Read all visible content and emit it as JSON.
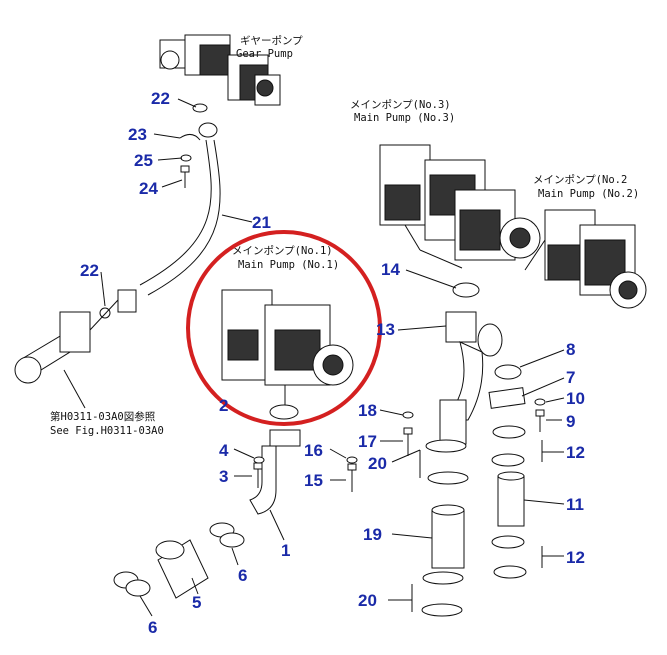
{
  "labels": {
    "gear_pump_jp": "ギヤーポンプ",
    "gear_pump_en": "Gear Pump",
    "main_pump3_jp": "メインポンプ(No.3)",
    "main_pump3_en": "Main Pump (No.3)",
    "main_pump2_jp": "メインポンプ(No.2",
    "main_pump2_en": "Main Pump (No.2)",
    "main_pump1_jp": "メインポンプ(No.1)",
    "main_pump1_en": "Main Pump (No.1)",
    "ref_jp": "第H0311-03A0図参照",
    "ref_en": "See Fig.H0311-03A0"
  },
  "part_numbers": [
    {
      "id": "n22a",
      "text": "22"
    },
    {
      "id": "n23",
      "text": "23"
    },
    {
      "id": "n25",
      "text": "25"
    },
    {
      "id": "n24",
      "text": "24"
    },
    {
      "id": "n21",
      "text": "21"
    },
    {
      "id": "n22b",
      "text": "22"
    },
    {
      "id": "n14",
      "text": "14"
    },
    {
      "id": "n13",
      "text": "13"
    },
    {
      "id": "n8",
      "text": "8"
    },
    {
      "id": "n7",
      "text": "7"
    },
    {
      "id": "n10",
      "text": "10"
    },
    {
      "id": "n9",
      "text": "9"
    },
    {
      "id": "n2",
      "text": "2"
    },
    {
      "id": "n18",
      "text": "18"
    },
    {
      "id": "n17",
      "text": "17"
    },
    {
      "id": "n4",
      "text": "4"
    },
    {
      "id": "n16",
      "text": "16"
    },
    {
      "id": "n3",
      "text": "3"
    },
    {
      "id": "n15",
      "text": "15"
    },
    {
      "id": "n20a",
      "text": "20"
    },
    {
      "id": "n12a",
      "text": "12"
    },
    {
      "id": "n11",
      "text": "11"
    },
    {
      "id": "n19",
      "text": "19"
    },
    {
      "id": "n1",
      "text": "1"
    },
    {
      "id": "n6a",
      "text": "6"
    },
    {
      "id": "n12b",
      "text": "12"
    },
    {
      "id": "n5",
      "text": "5"
    },
    {
      "id": "n20b",
      "text": "20"
    },
    {
      "id": "n6b",
      "text": "6"
    }
  ],
  "colors": {
    "callout": "#1a2aa8",
    "highlight": "#d42020",
    "line": "#111111"
  }
}
